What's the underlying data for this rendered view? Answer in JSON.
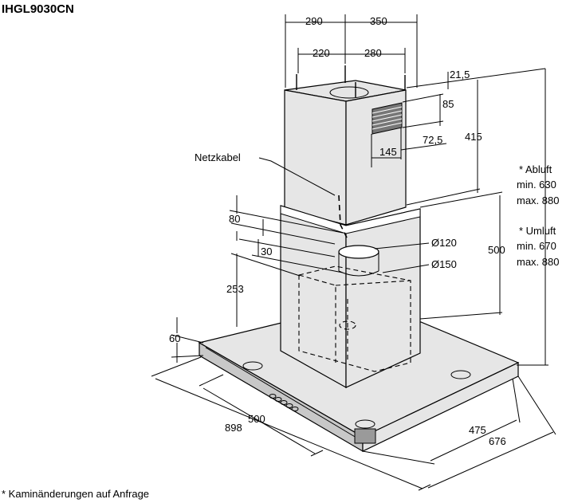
{
  "title": "IHGL9030CN",
  "footnote": "* Kaminänderungen auf Anfrage",
  "labels": {
    "netzkabel": "Netzkabel",
    "abluft": [
      "* Abluft",
      "min. 630",
      "max. 880"
    ],
    "umluft": [
      "* Umluft",
      "min. 670",
      "max. 880"
    ]
  },
  "dimensions": {
    "d290": "290",
    "d350": "350",
    "d220": "220",
    "d280": "280",
    "d21_5": "21,5",
    "d85": "85",
    "d415": "415",
    "d72_5": "72,5",
    "d145": "145",
    "d80": "80",
    "d30": "30",
    "d253": "253",
    "d500_right": "500",
    "d60": "60",
    "d898": "898",
    "d500_front": "500",
    "d475": "475",
    "d676": "676",
    "d120": "Ø120",
    "d150": "Ø150"
  }
}
